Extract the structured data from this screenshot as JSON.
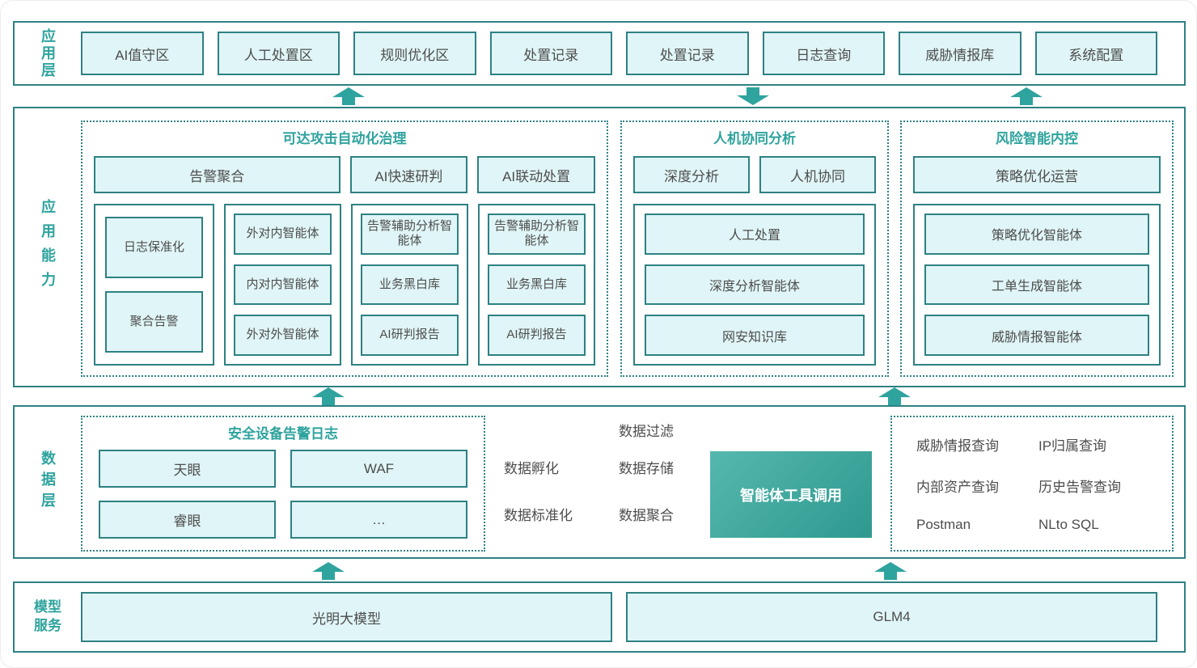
{
  "app_layer": {
    "label": "应用层",
    "boxes": [
      "AI值守区",
      "人工处置区",
      "规则优化区",
      "处置记录",
      "处置记录",
      "日志查询",
      "威胁情报库",
      "系统配置"
    ]
  },
  "capability_layer": {
    "label": "应用能力",
    "attack_section": {
      "title": "可达攻击自动化治理",
      "headers": [
        "告警聚合",
        "AI快速研判",
        "AI联动处置"
      ],
      "col1": [
        "日志保准化",
        "聚合告警"
      ],
      "col2": [
        "外对内智能体",
        "内对内智能体",
        "外对外智能体"
      ],
      "col3": [
        "告警辅助分析智能体",
        "业务黑白库",
        "AI研判报告"
      ],
      "col4": [
        "告警辅助分析智能体",
        "业务黑白库",
        "AI研判报告"
      ]
    },
    "collab_section": {
      "title": "人机协同分析",
      "headers": [
        "深度分析",
        "人机协同"
      ],
      "stack": [
        "人工处置",
        "深度分析智能体",
        "网安知识库"
      ]
    },
    "risk_section": {
      "title": "风险智能内控",
      "header": "策略优化运营",
      "stack": [
        "策略优化智能体",
        "工单生成智能体",
        "威胁情报智能体"
      ]
    }
  },
  "data_layer": {
    "label": "数据层",
    "device_logs": {
      "title": "安全设备告警日志",
      "boxes": [
        "天眼",
        "WAF",
        "睿眼",
        "…"
      ]
    },
    "pipeline_col1": [
      "数据孵化",
      "数据标准化"
    ],
    "pipeline_col2": [
      "数据过滤",
      "数据存储",
      "数据聚合"
    ],
    "agent_tools_label": "智能体工具调用",
    "tools": [
      "威胁情报查询",
      "IP归属查询",
      "内部资产查询",
      "历史告警查询",
      "Postman",
      "NLto SQL"
    ]
  },
  "model_layer": {
    "label_lines": [
      "模型",
      "服务"
    ],
    "boxes": [
      "光明大模型",
      "GLM4"
    ]
  },
  "colors": {
    "border_teal": "#2e8183",
    "accent_teal": "#2fa39e",
    "cell_background": "#e0f5f7",
    "text_gray": "#4d4d4d",
    "tool_gradient_start": "#55b8ae",
    "tool_gradient_end": "#2f998f"
  }
}
